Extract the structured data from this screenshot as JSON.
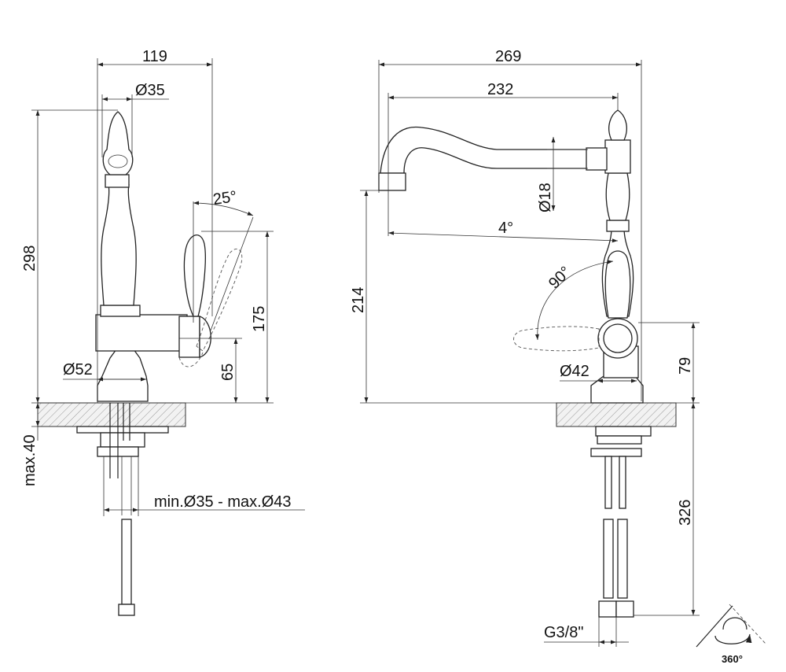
{
  "dimensions": {
    "left_width": "119",
    "left_handle_dia": "Ø35",
    "left_height": "298",
    "lever_angle": "25°",
    "lever_height": "175",
    "body_height": "65",
    "base_dia": "Ø52",
    "deck_thickness": "max.40",
    "hole_dia": "min.Ø35 - max.Ø43",
    "spout_reach": "269",
    "spout_length": "232",
    "spout_dia": "Ø18",
    "spout_tilt": "4°",
    "spout_height": "214",
    "lever_rotation": "90°",
    "base_dia_right": "Ø42",
    "lever_axis_height": "79",
    "hose_length": "326",
    "thread": "G3/8\"",
    "swivel": "360°"
  }
}
